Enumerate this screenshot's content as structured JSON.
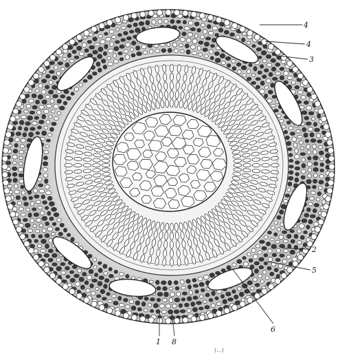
{
  "figure": {
    "labels": [
      "4",
      "4",
      "3",
      "2",
      "5",
      "6",
      "1",
      "8"
    ],
    "caption": "(...)"
  }
}
